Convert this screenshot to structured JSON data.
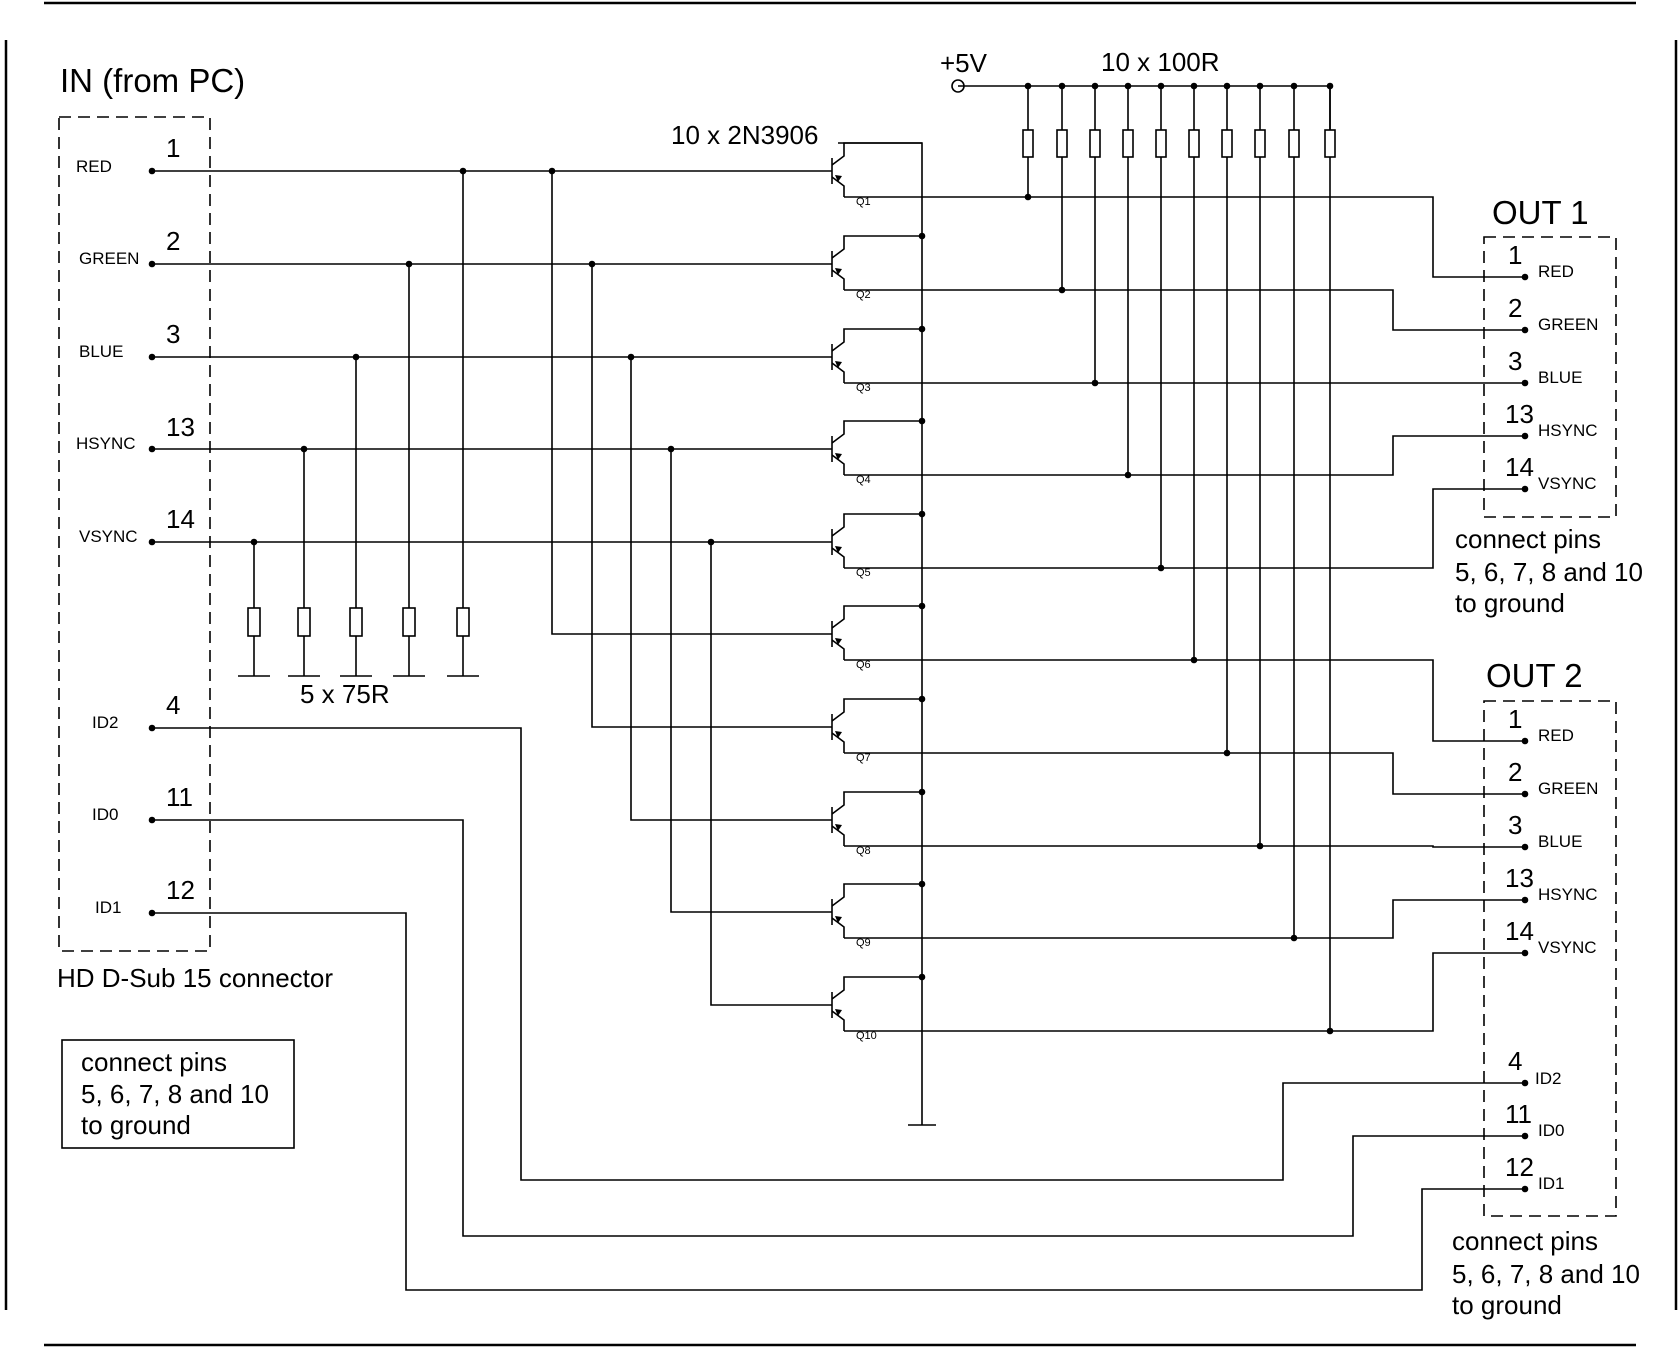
{
  "labels": {
    "in_title": "IN  (from PC)",
    "out1_title": "OUT 1",
    "out2_title": "OUT 2",
    "connector": "HD D-Sub 15 connector",
    "supply": "+5V",
    "pullups": "10 x 100R",
    "terminators": "5 x 75R",
    "transistors": "10 x 2N3906",
    "ground_note": [
      "connect pins",
      "5, 6, 7, 8 and 10",
      "to ground"
    ]
  },
  "in_pins": [
    {
      "num": "1",
      "name": "RED"
    },
    {
      "num": "2",
      "name": "GREEN"
    },
    {
      "num": "3",
      "name": "BLUE"
    },
    {
      "num": "13",
      "name": "HSYNC"
    },
    {
      "num": "14",
      "name": "VSYNC"
    },
    {
      "num": "4",
      "name": "ID2"
    },
    {
      "num": "11",
      "name": "ID0"
    },
    {
      "num": "12",
      "name": "ID1"
    }
  ],
  "out1_pins": [
    {
      "num": "1",
      "name": "RED"
    },
    {
      "num": "2",
      "name": "GREEN"
    },
    {
      "num": "3",
      "name": "BLUE"
    },
    {
      "num": "13",
      "name": "HSYNC"
    },
    {
      "num": "14",
      "name": "VSYNC"
    }
  ],
  "out2_pins": [
    {
      "num": "1",
      "name": "RED"
    },
    {
      "num": "2",
      "name": "GREEN"
    },
    {
      "num": "3",
      "name": "BLUE"
    },
    {
      "num": "13",
      "name": "HSYNC"
    },
    {
      "num": "14",
      "name": "VSYNC"
    },
    {
      "num": "4",
      "name": "ID2"
    },
    {
      "num": "11",
      "name": "ID0"
    },
    {
      "num": "12",
      "name": "ID1"
    }
  ],
  "transistor_labels": [
    "Q1",
    "Q2",
    "Q3",
    "Q4",
    "Q5",
    "Q6",
    "Q7",
    "Q8",
    "Q9",
    "Q10"
  ]
}
